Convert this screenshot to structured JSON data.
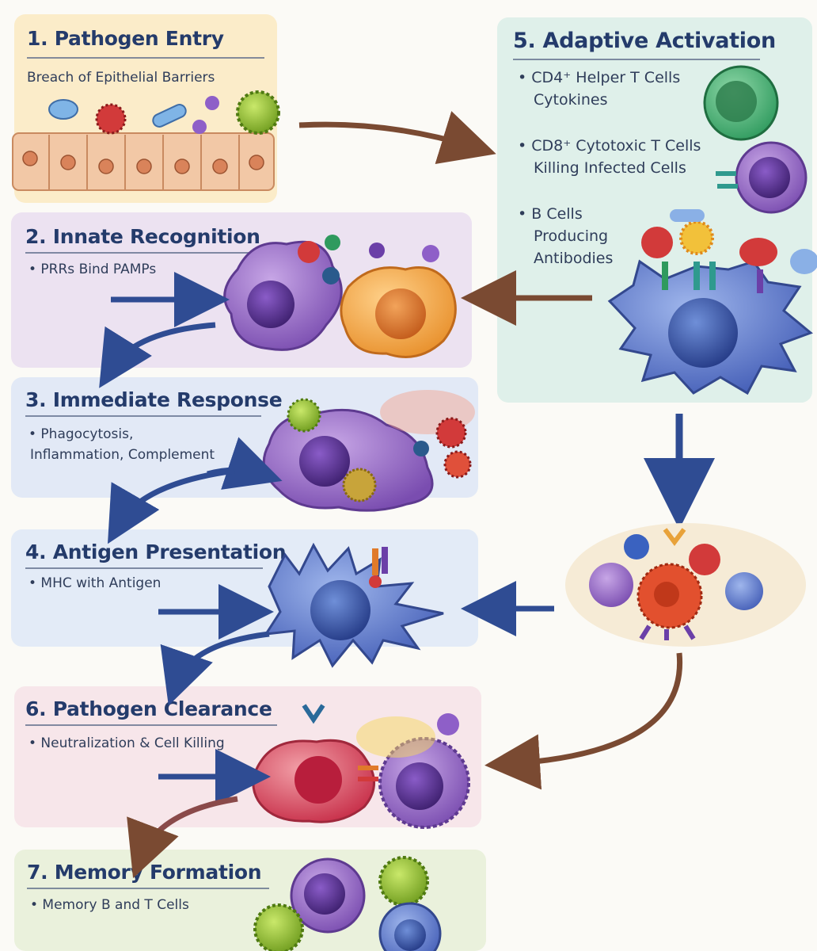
{
  "steps": {
    "s1": {
      "title": "1. Pathogen Entry",
      "subtitle": "Breach of Epithelial Barriers"
    },
    "s2": {
      "title": "2. Innate Recognition",
      "bullet": "• PRRs Bind PAMPs"
    },
    "s3": {
      "title": "3. Immediate Response",
      "bullet_line1": "• Phagocytosis,",
      "bullet_line2": "Inflammation, Complement"
    },
    "s4": {
      "title": "4. Antigen Presentation",
      "bullet": "• MHC with Antigen"
    },
    "s5": {
      "title": "5. Adaptive Activation",
      "items": [
        {
          "line1": "• CD4⁺ Helper T Cells",
          "line2": "Cytokines"
        },
        {
          "line1": "• CD8⁺ Cytotoxic T Cells",
          "line2": "Killing Infected Cells"
        },
        {
          "line1": "• B Cells",
          "line2": "Producing",
          "line3": "Antibodies"
        }
      ]
    },
    "s6": {
      "title": "6. Pathogen Clearance",
      "bullet": "• Neutralization & Cell Killing"
    },
    "s7": {
      "title": "7. Memory Formation",
      "bullet": "• Memory B and T Cells"
    }
  },
  "colors": {
    "s1_bg": "#fbecc9",
    "s2_bg": "#ece2f1",
    "s3_bg": "#e2e9f6",
    "s4_bg": "#e3ebf7",
    "s5_bg": "#dff0ea",
    "s6_bg": "#f7e6ea",
    "s7_bg": "#eaf1dc",
    "title_text": "#243b6b",
    "arrow_brown": "#7a4a32",
    "arrow_blue": "#2f4c93"
  }
}
